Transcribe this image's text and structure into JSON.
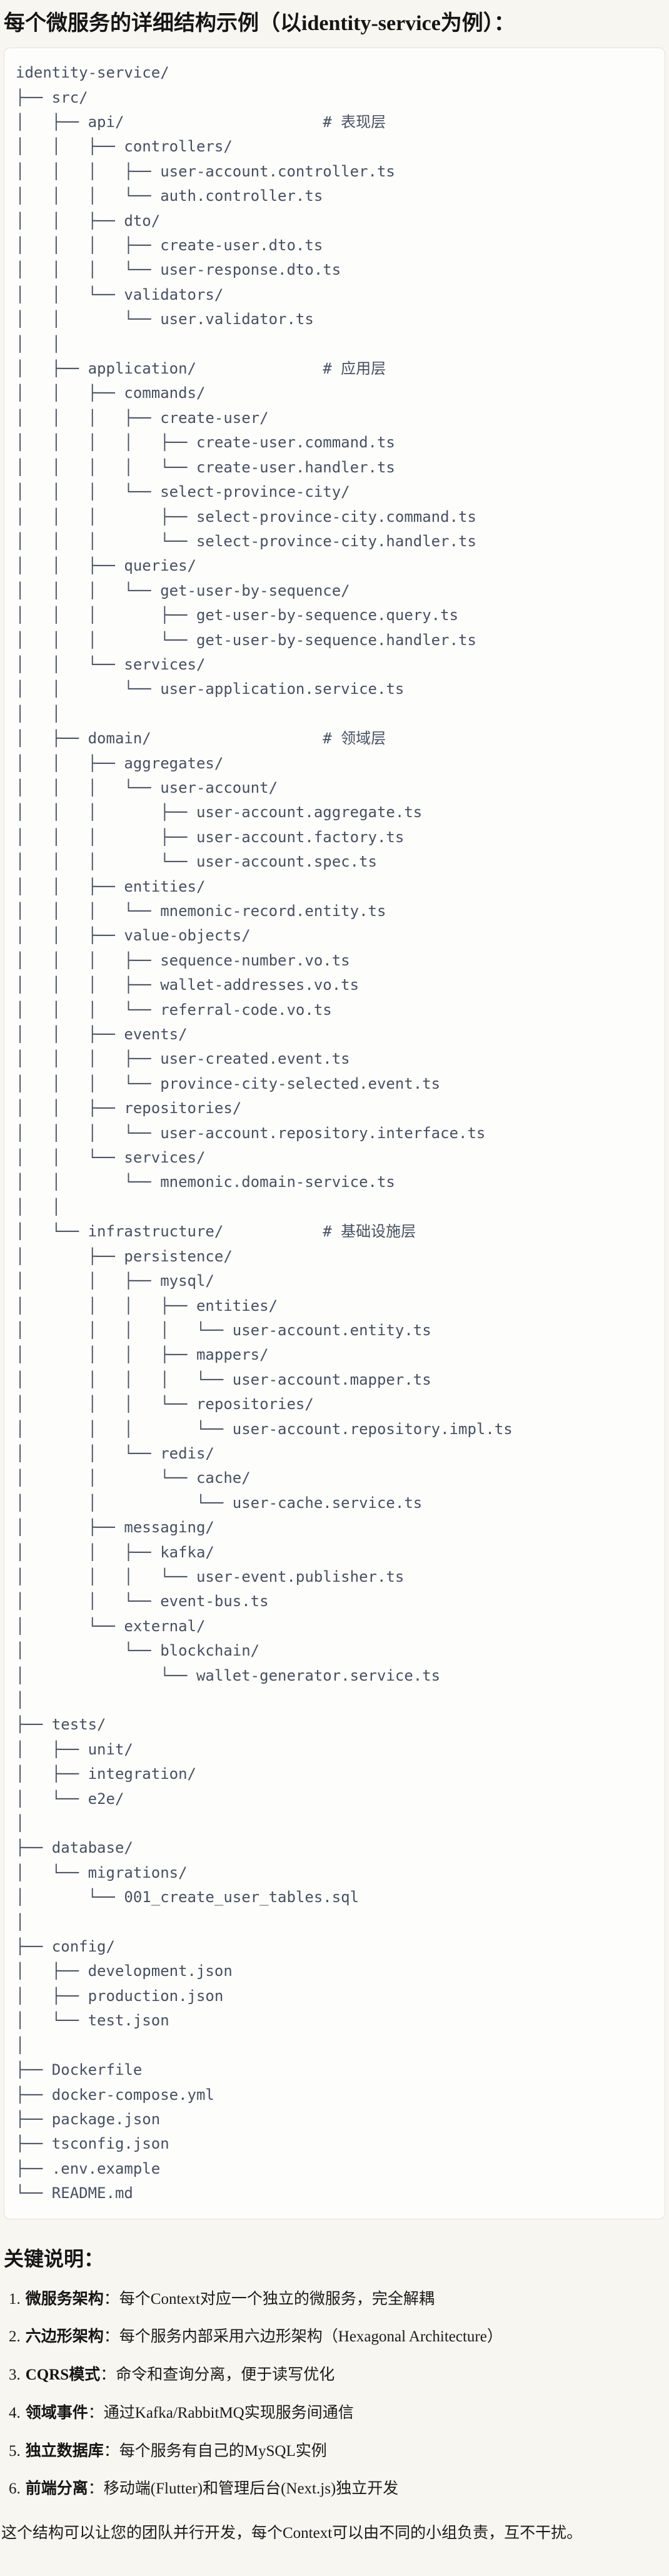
{
  "title": "每个微服务的详细结构示例（以identity-service为例）：",
  "tree_lines": [
    "identity-service/",
    "├── src/",
    "│   ├── api/                      # 表现层",
    "│   │   ├── controllers/",
    "│   │   │   ├── user-account.controller.ts",
    "│   │   │   └── auth.controller.ts",
    "│   │   ├── dto/",
    "│   │   │   ├── create-user.dto.ts",
    "│   │   │   └── user-response.dto.ts",
    "│   │   └── validators/",
    "│   │       └── user.validator.ts",
    "│   │",
    "│   ├── application/              # 应用层",
    "│   │   ├── commands/",
    "│   │   │   ├── create-user/",
    "│   │   │   │   ├── create-user.command.ts",
    "│   │   │   │   └── create-user.handler.ts",
    "│   │   │   └── select-province-city/",
    "│   │   │       ├── select-province-city.command.ts",
    "│   │   │       └── select-province-city.handler.ts",
    "│   │   ├── queries/",
    "│   │   │   └── get-user-by-sequence/",
    "│   │   │       ├── get-user-by-sequence.query.ts",
    "│   │   │       └── get-user-by-sequence.handler.ts",
    "│   │   └── services/",
    "│   │       └── user-application.service.ts",
    "│   │",
    "│   ├── domain/                   # 领域层",
    "│   │   ├── aggregates/",
    "│   │   │   └── user-account/",
    "│   │   │       ├── user-account.aggregate.ts",
    "│   │   │       ├── user-account.factory.ts",
    "│   │   │       └── user-account.spec.ts",
    "│   │   ├── entities/",
    "│   │   │   └── mnemonic-record.entity.ts",
    "│   │   ├── value-objects/",
    "│   │   │   ├── sequence-number.vo.ts",
    "│   │   │   ├── wallet-addresses.vo.ts",
    "│   │   │   └── referral-code.vo.ts",
    "│   │   ├── events/",
    "│   │   │   ├── user-created.event.ts",
    "│   │   │   └── province-city-selected.event.ts",
    "│   │   ├── repositories/",
    "│   │   │   └── user-account.repository.interface.ts",
    "│   │   └── services/",
    "│   │       └── mnemonic.domain-service.ts",
    "│   │",
    "│   └── infrastructure/           # 基础设施层",
    "│       ├── persistence/",
    "│       │   ├── mysql/",
    "│       │   │   ├── entities/",
    "│       │   │   │   └── user-account.entity.ts",
    "│       │   │   ├── mappers/",
    "│       │   │   │   └── user-account.mapper.ts",
    "│       │   │   └── repositories/",
    "│       │   │       └── user-account.repository.impl.ts",
    "│       │   └── redis/",
    "│       │       └── cache/",
    "│       │           └── user-cache.service.ts",
    "│       ├── messaging/",
    "│       │   ├── kafka/",
    "│       │   │   └── user-event.publisher.ts",
    "│       │   └── event-bus.ts",
    "│       └── external/",
    "│           └── blockchain/",
    "│               └── wallet-generator.service.ts",
    "│",
    "├── tests/",
    "│   ├── unit/",
    "│   ├── integration/",
    "│   └── e2e/",
    "│",
    "├── database/",
    "│   └── migrations/",
    "│       └── 001_create_user_tables.sql",
    "│",
    "├── config/",
    "│   ├── development.json",
    "│   ├── production.json",
    "│   └── test.json",
    "│",
    "├── Dockerfile",
    "├── docker-compose.yml",
    "├── package.json",
    "├── tsconfig.json",
    "├── .env.example",
    "└── README.md"
  ],
  "notes": {
    "heading": "关键说明：",
    "items": [
      {
        "num": "1.",
        "term": "微服务架构",
        "desc": "：每个Context对应一个独立的微服务，完全解耦"
      },
      {
        "num": "2.",
        "term": "六边形架构",
        "desc": "：每个服务内部采用六边形架构（Hexagonal Architecture）"
      },
      {
        "num": "3.",
        "term": "CQRS模式",
        "desc": "：命令和查询分离，便于读写优化"
      },
      {
        "num": "4.",
        "term": "领域事件",
        "desc": "：通过Kafka/RabbitMQ实现服务间通信"
      },
      {
        "num": "5.",
        "term": "独立数据库",
        "desc": "：每个服务有自己的MySQL实例"
      },
      {
        "num": "6.",
        "term": "前端分离",
        "desc": "：移动端(Flutter)和管理后台(Next.js)独立开发"
      }
    ],
    "footer": "这个结构可以让您的团队并行开发，每个Context可以由不同的小组负责，互不干扰。"
  }
}
